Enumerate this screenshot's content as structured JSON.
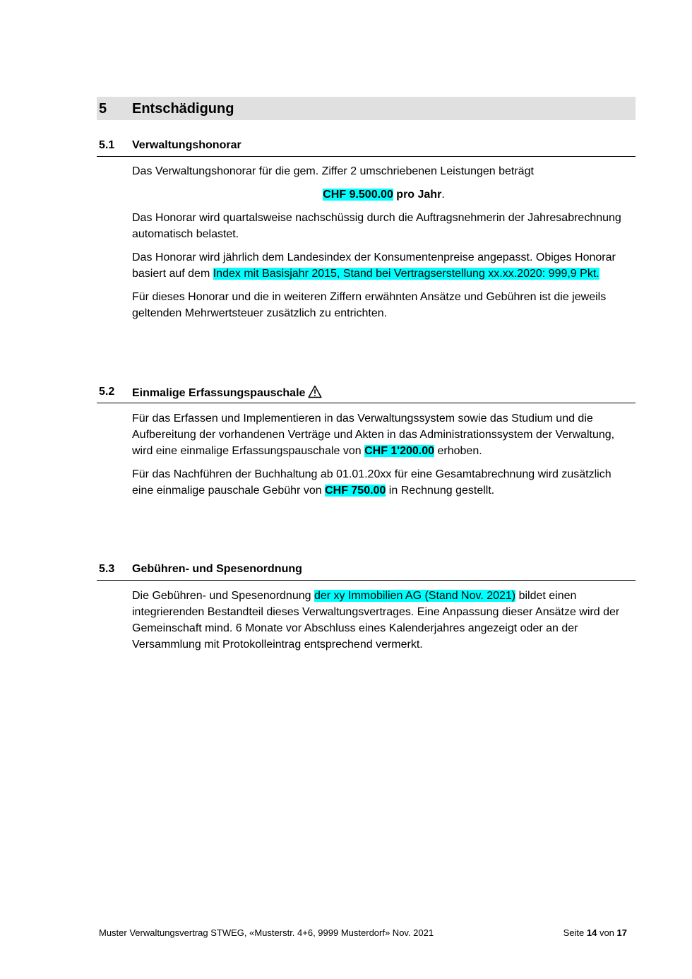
{
  "chapter": {
    "number": "5",
    "title": "Entschädigung"
  },
  "sections": [
    {
      "number": "5.1",
      "title": "Verwaltungshonorar",
      "p1": "Das Verwaltungshonorar für die gem. Ziffer 2 umschriebenen Leistungen beträgt",
      "amount": "CHF 9.500.00",
      "amount_suffix": " pro Jahr",
      "amount_end": ".",
      "p2": "Das Honorar wird quartalsweise nachschüssig durch die Auftragsnehmerin der Jahresabrechnung automatisch belastet.",
      "p3_pre": "Das Honorar wird jährlich dem Landesindex der Konsumentenpreise angepasst. Obiges Honorar basiert auf dem ",
      "p3_hl": "Index mit Basisjahr 2015, Stand bei Vertragserstellung xx.xx.2020: 999,9 Pkt.",
      "p4": "Für dieses Honorar und die in weiteren Ziffern erwähnten Ansätze und Gebühren ist die jeweils geltenden Mehrwertsteuer zusätzlich zu entrichten."
    },
    {
      "number": "5.2",
      "title": "Einmalige Erfassungspauschale",
      "icon": "warning-triangle-icon",
      "p1_pre": "Für das Erfassen und Implementieren in das Verwaltungssystem sowie das Studium und die Aufbereitung der vorhandenen Verträge und Akten in das Administrationssystem der Verwaltung, wird eine einmalige Erfassungspauschale von ",
      "p1_hl": "CHF 1'200.00",
      "p1_post": " erhoben.",
      "p2_pre": "Für das Nachführen der Buchhaltung ab 01.01.20xx für eine Gesamtabrechnung wird zusätzlich eine einmalige pauschale Gebühr von ",
      "p2_hl": "CHF 750.00",
      "p2_post": " in Rechnung gestellt."
    },
    {
      "number": "5.3",
      "title": "Gebühren- und Spesenordnung",
      "p1_pre": "Die Gebühren- und Spesenordnung ",
      "p1_hl": "der xy Immobilien AG (Stand Nov. 2021)",
      "p1_post": " bildet einen integrierenden Bestandteil dieses Verwaltungsvertrages. Eine Anpassung dieser Ansätze wird der Gemeinschaft mind. 6 Monate vor Abschluss eines Kalenderjahres angezeigt oder an der Versammlung mit Protokolleintrag entsprechend vermerkt."
    }
  ],
  "footer": {
    "left": "Muster Verwaltungsvertrag STWEG, «Musterstr. 4+6, 9999 Musterdorf» Nov. 2021",
    "page_prefix": "Seite ",
    "page_current": "14",
    "page_mid": " von ",
    "page_total": "17"
  },
  "colors": {
    "highlight": "#00ffff",
    "chapter_bar": "#e0e0e0"
  }
}
